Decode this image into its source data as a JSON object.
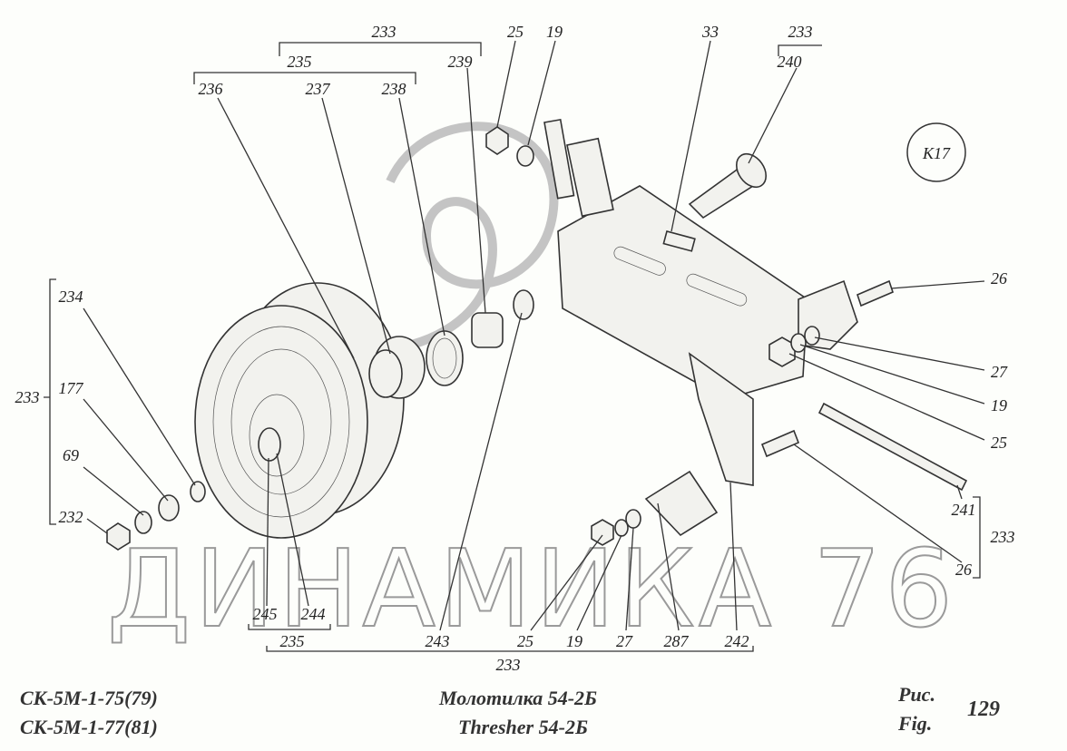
{
  "watermark": "ДИНАМИКА 76",
  "badge": "K17",
  "labels": [
    "233",
    "235",
    "239",
    "236",
    "237",
    "238",
    "25",
    "19",
    "33",
    "233",
    "240",
    "26",
    "27",
    "19",
    "25",
    "234",
    "233",
    "177",
    "69",
    "232",
    "241",
    "233",
    "26",
    "245",
    "244",
    "235",
    "243",
    "25",
    "19",
    "27",
    "287",
    "242",
    "233"
  ],
  "footer": {
    "models": [
      "СК-5М-1-75(79)",
      "СК-5М-1-77(81)"
    ],
    "title_ru": "Молотилка  54-2Б",
    "title_en": "Thresher  54-2Б",
    "fig_ru": "Рис.",
    "fig_en": "Fig.",
    "fig_number": "129"
  }
}
